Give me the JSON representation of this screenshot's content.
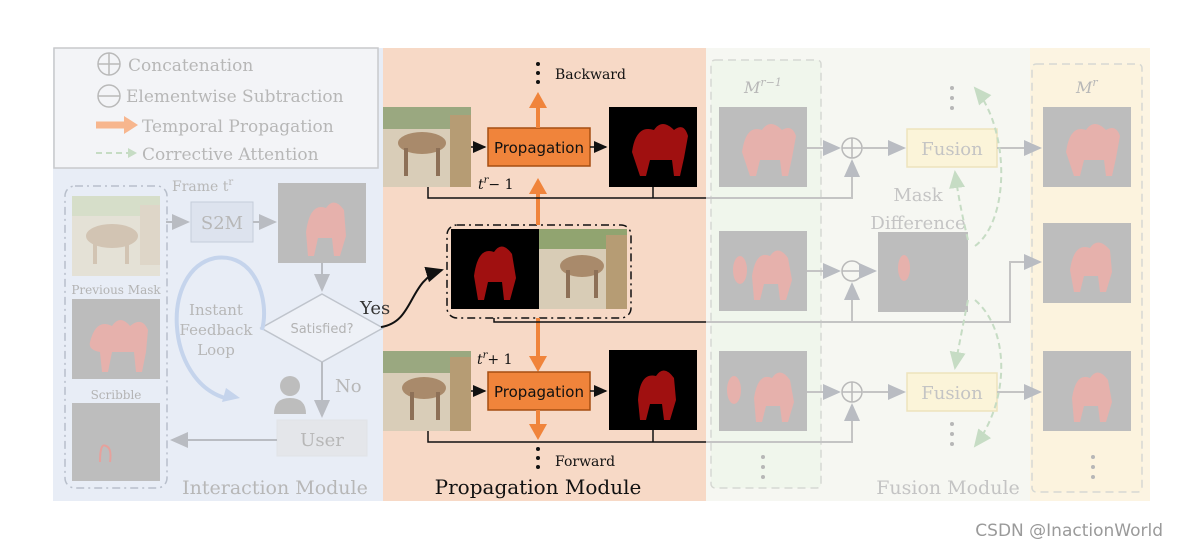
{
  "legend": {
    "concatenation": "Concatenation",
    "subtraction": "Elementwise Subtraction",
    "temporal": "Temporal Propagation",
    "corrective": "Corrective Attention"
  },
  "interaction": {
    "frame_label": "Frame",
    "frame_sup": "r",
    "s2m": "S2M",
    "previous_mask": "Previous Mask",
    "scribble": "Scribble",
    "loop": [
      "Instant",
      "Feedback",
      "Loop"
    ],
    "satisfied": "Satisfied?",
    "yes": "Yes",
    "no": "No",
    "user": "User",
    "title": "Interaction Module"
  },
  "propagation": {
    "backward": "Backward",
    "forward": "Forward",
    "box_label": "Propagation",
    "t_minus": "− 1",
    "t_plus": "+ 1",
    "title": "Propagation Module"
  },
  "fusion": {
    "m_prev": "r−1",
    "m_cur": "r",
    "fusion_label": "Fusion",
    "mask_diff": [
      "Mask",
      "Difference"
    ],
    "title": "Fusion Module"
  },
  "watermark": "CSDN @InactionWorld",
  "colors": {
    "orange": "#f0843b",
    "prop_bg": "#f7d9c6",
    "interact_bg": "#e8edf6",
    "fusion_bg_left": "#f2f6ef",
    "fusion_bg_right": "#fcf3de",
    "mask_red": "#a01010"
  }
}
